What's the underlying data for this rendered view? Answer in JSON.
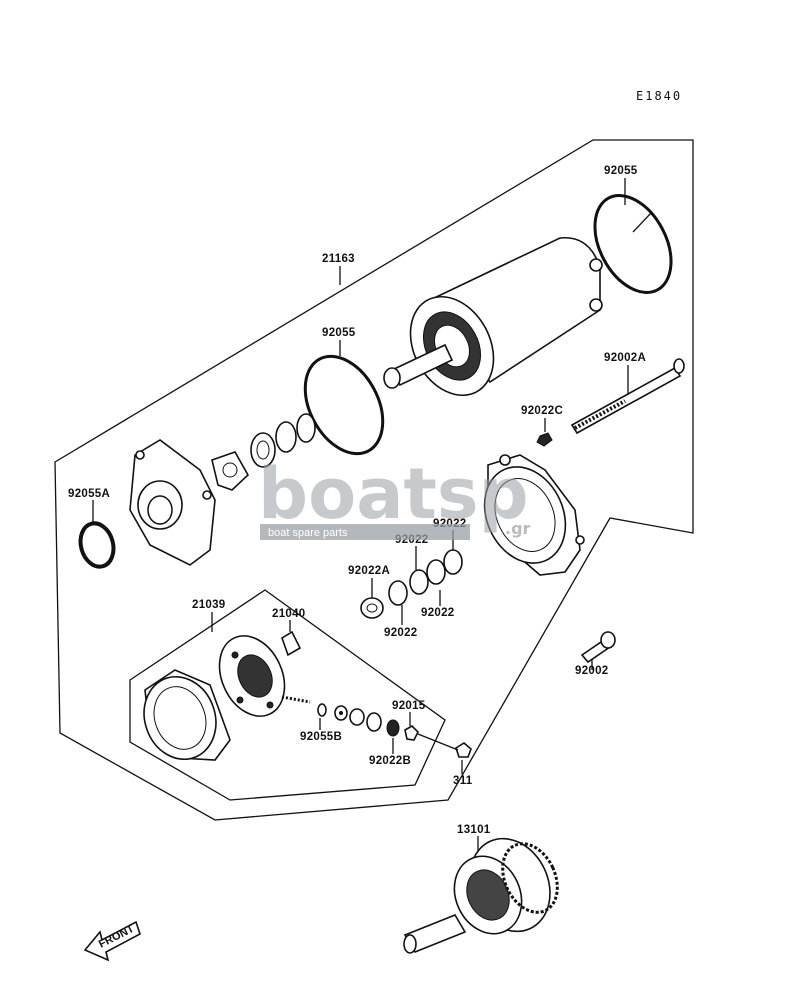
{
  "diagram": {
    "code": "E1840",
    "front_label": "FRONT",
    "watermark": {
      "brand": "boatsp",
      "brand_suffix": ".gr",
      "tagline": "boat spare parts"
    },
    "labels": {
      "p92055_top": "92055",
      "p21163": "21163",
      "p92055_mid": "92055",
      "p92002A": "92002A",
      "p92022C": "92022C",
      "p92055A": "92055A",
      "p92022_a": "92022",
      "p92022_b": "92022",
      "p92022A": "92022A",
      "p92022_c": "92022",
      "p92022_d": "92022",
      "p21039": "21039",
      "p21040": "21040",
      "p92002": "92002",
      "p92015": "92015",
      "p92055B": "92055B",
      "p92022B": "92022B",
      "p311": "311",
      "p13101": "13101"
    }
  }
}
